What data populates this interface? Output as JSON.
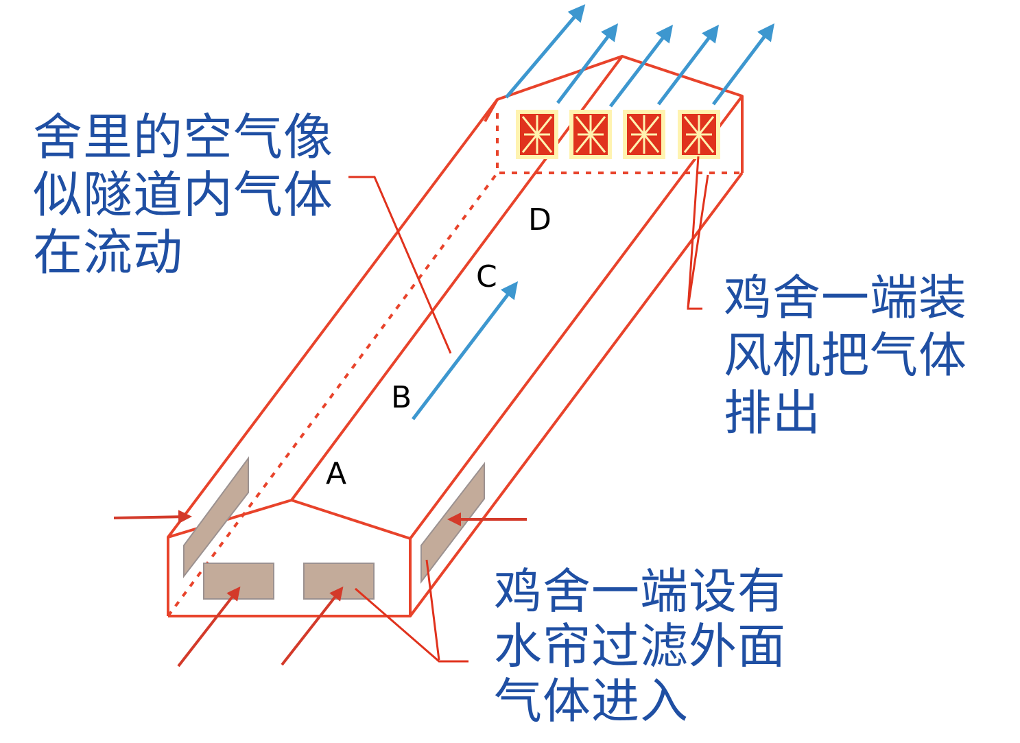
{
  "colors": {
    "outline": "#e8432b",
    "airflow": "#3d97cf",
    "intake": "#d33a2a",
    "vent": "#c3ab9a",
    "fan_frame": "#fff3b0",
    "fan_fill": "#e0321d",
    "text": "#1f4fa3"
  },
  "icons": {
    "fan": "exhaust-fan-icon",
    "arrow": "airflow-arrow-icon"
  },
  "captions": {
    "tunnel_air": [
      "舍里的空气像",
      "似隧道内气体",
      "在流动"
    ],
    "fan_end": [
      "鸡舍一端装",
      "风机把气体",
      "排出"
    ],
    "water_curtain_end": [
      "鸡舍一端设有",
      "水帘过滤外面",
      "气体进入"
    ]
  },
  "points": {
    "a": "A",
    "b": "B",
    "c": "C",
    "d": "D"
  }
}
